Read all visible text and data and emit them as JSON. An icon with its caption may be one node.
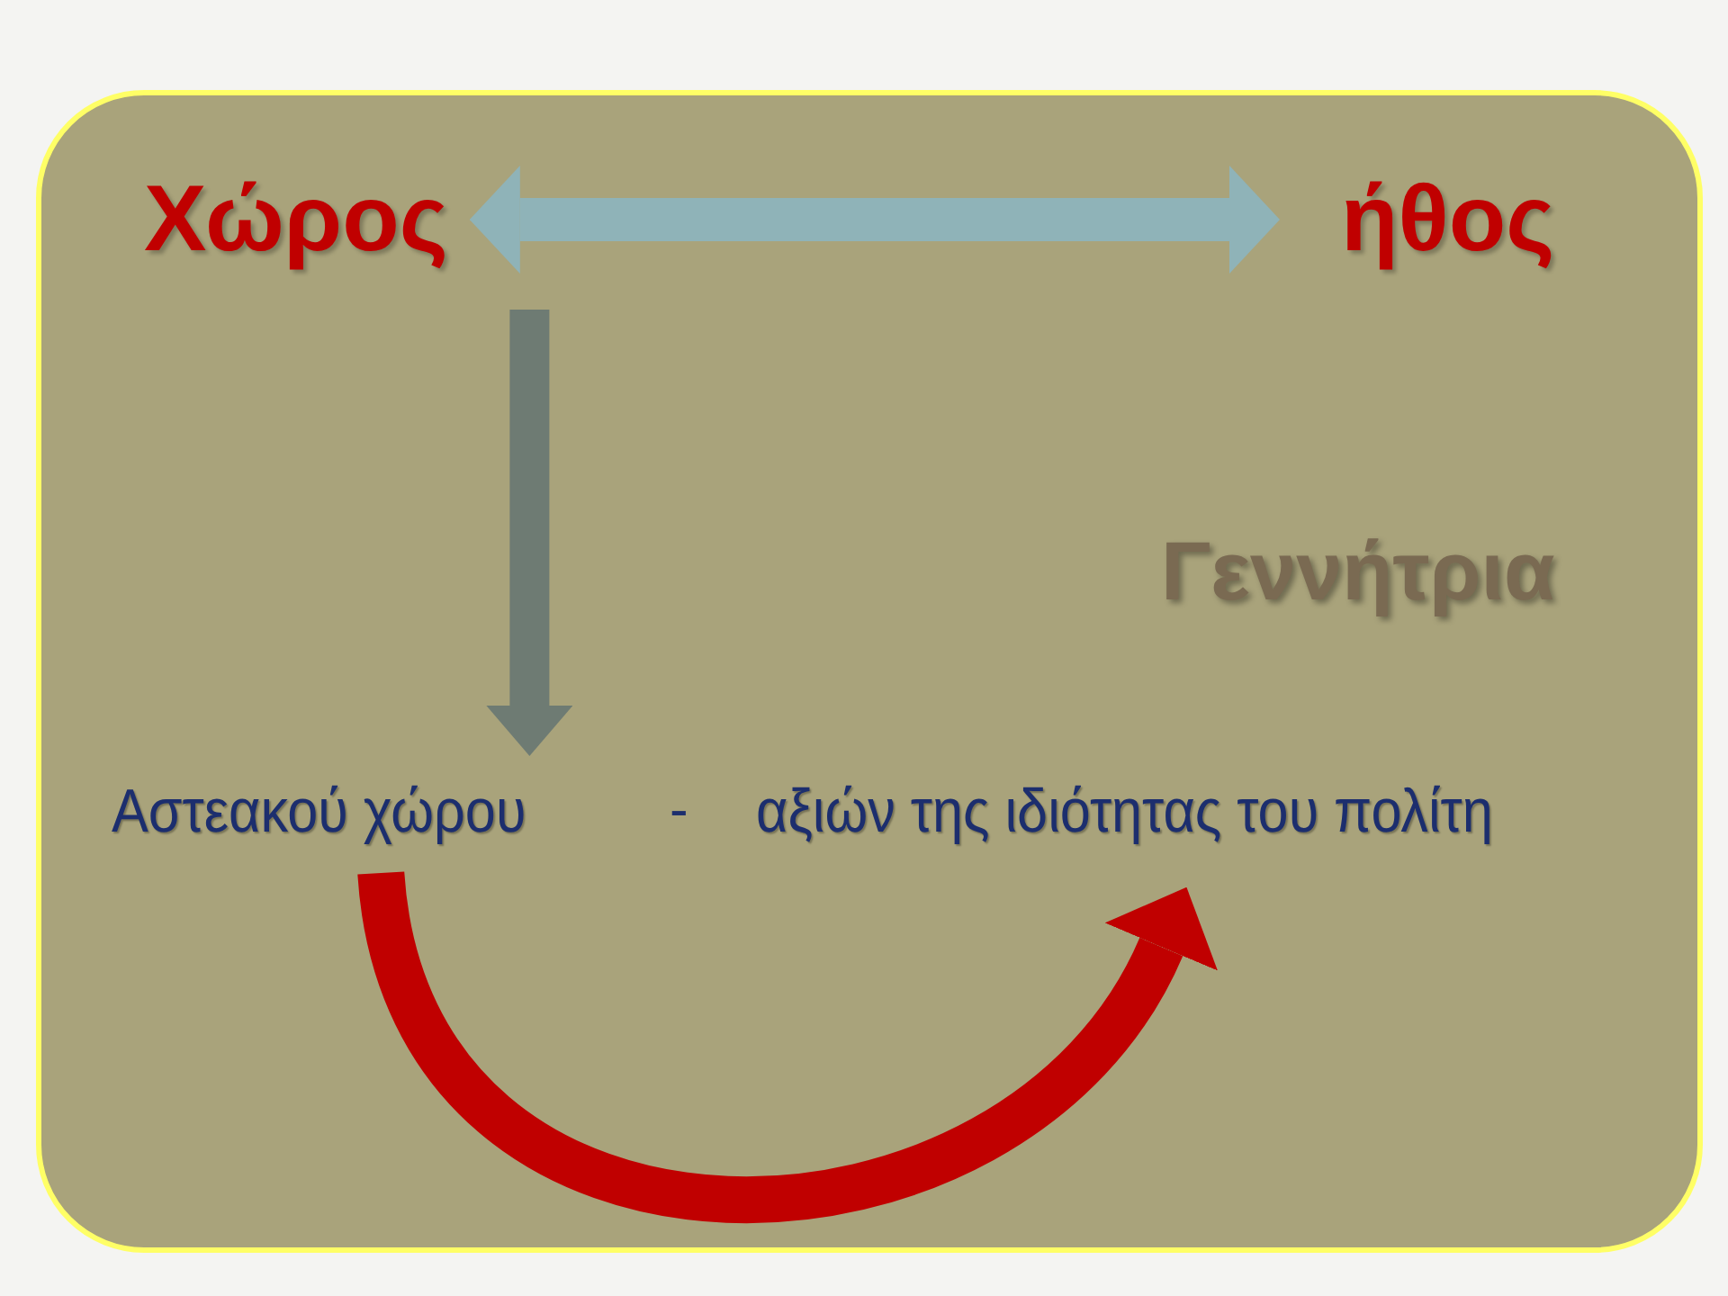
{
  "diagram": {
    "nodes": [
      {
        "text": [
          "Χώρος"
        ]
      },
      {
        "text": [
          "ήθος"
        ]
      },
      {
        "text": [
          "Αστεακού χώρου"
        ]
      },
      {
        "text": [
          "αξιών της ιδιότητας του πολίτη"
        ]
      }
    ],
    "edges": [
      {
        "from": 0,
        "to": 1,
        "arrow": "both",
        "color": "#8fb3b8"
      },
      {
        "from": null,
        "to": 2,
        "arrow": "to",
        "color": "#6e7b73"
      },
      {
        "from": 2,
        "to": 3,
        "arrow": "to",
        "color": "#c00000"
      }
    ],
    "labels": [
      "Γεννήτρια",
      "-"
    ]
  }
}
